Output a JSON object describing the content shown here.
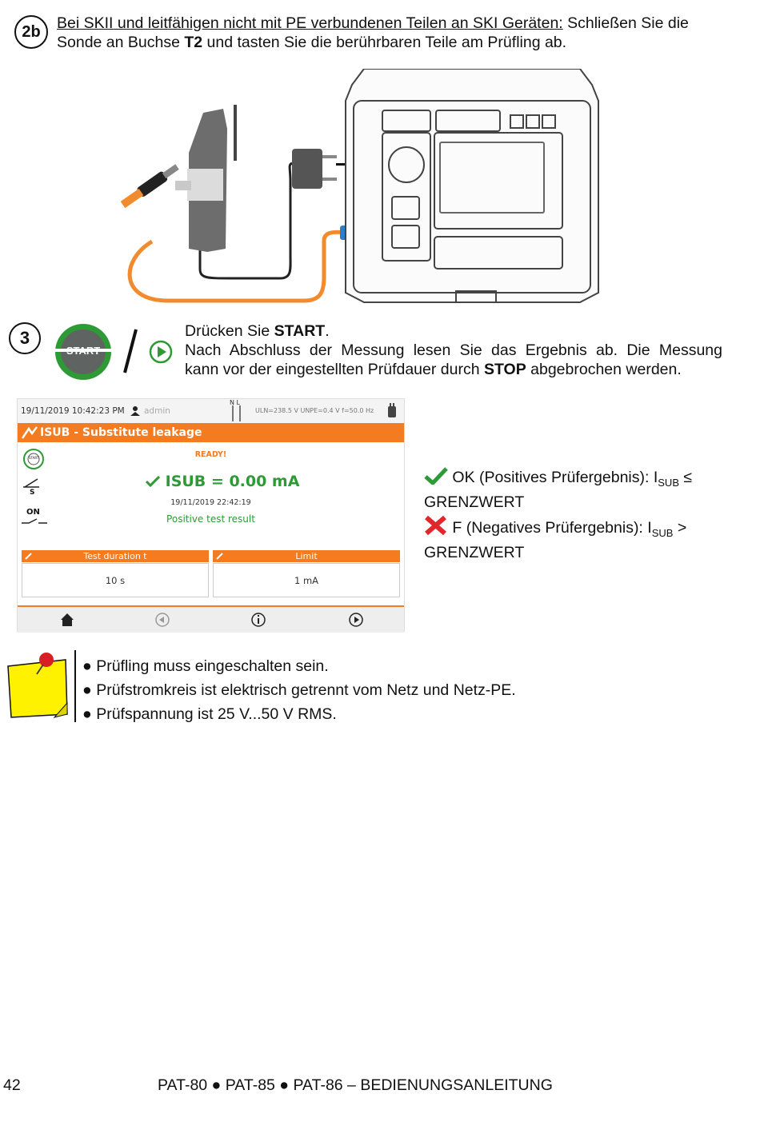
{
  "step2b": {
    "badge": "2b",
    "underlined": "Bei SKII und leitfähigen nicht mit PE verbundenen Teilen an SKI Geräten:",
    "text1": " Schließen Sie die",
    "line2_a": "Sonde an Buchse ",
    "line2_bold": "T2",
    "line2_b": " und tasten Sie die berührbaren Teile am Prüfling ab."
  },
  "step3": {
    "badge": "3",
    "start_button_label": "START",
    "line1_a": "Drücken Sie ",
    "line1_bold": "START",
    "line1_b": ".",
    "line2": "Nach Abschluss der Messung lesen Sie das Ergebnis ab. Die Messung",
    "line3_a": "kann vor der eingestellten Prüfdauer durch ",
    "line3_bold": "STOP",
    "line3_b": " abgebrochen werden."
  },
  "screen": {
    "datetime": "19/11/2019 10:42:23 PM",
    "user": "admin",
    "nl_label": "N L",
    "measurements": "ULN=238.5 V UNPE=0.4 V f=50.0 Hz",
    "title": "ISUB - Substitute leakage",
    "status": "READY!",
    "result": "ISUB = 0.00 mA",
    "result_time": "19/11/2019 22:42:19",
    "result_text": "Positive test result",
    "on_label": "ON",
    "s_label": "S",
    "start_icon_label": "START",
    "params": [
      {
        "label": "Test duration t",
        "value": "10 s"
      },
      {
        "label": "Limit",
        "value": "1 mA"
      }
    ]
  },
  "legend": {
    "ok_a": "OK (Positives Prüfergebnis): I",
    "ok_sub": "SUB",
    "ok_b": " ≤",
    "ok_line2": "GRENZWERT",
    "f_a": "F (Negatives Prüfergebnis): I",
    "f_sub": "SUB",
    "f_b": " >",
    "f_line2": "GRENZWERT"
  },
  "notes": [
    "Prüfling muss eingeschalten sein.",
    "Prüfstromkreis ist elektrisch getrennt vom Netz und Netz-PE.",
    "Prüfspannung ist 25 V...50 V RMS."
  ],
  "footer": {
    "page_number": "42",
    "title": "PAT-80 ● PAT-85 ● PAT-86 – BEDIENUNGSANLEITUNG"
  },
  "colors": {
    "orange": "#f47b20",
    "green": "#2e9a35",
    "red": "#e3262b",
    "cable_orange": "#f28a2e",
    "probe_gray": "#6d6d6d"
  }
}
